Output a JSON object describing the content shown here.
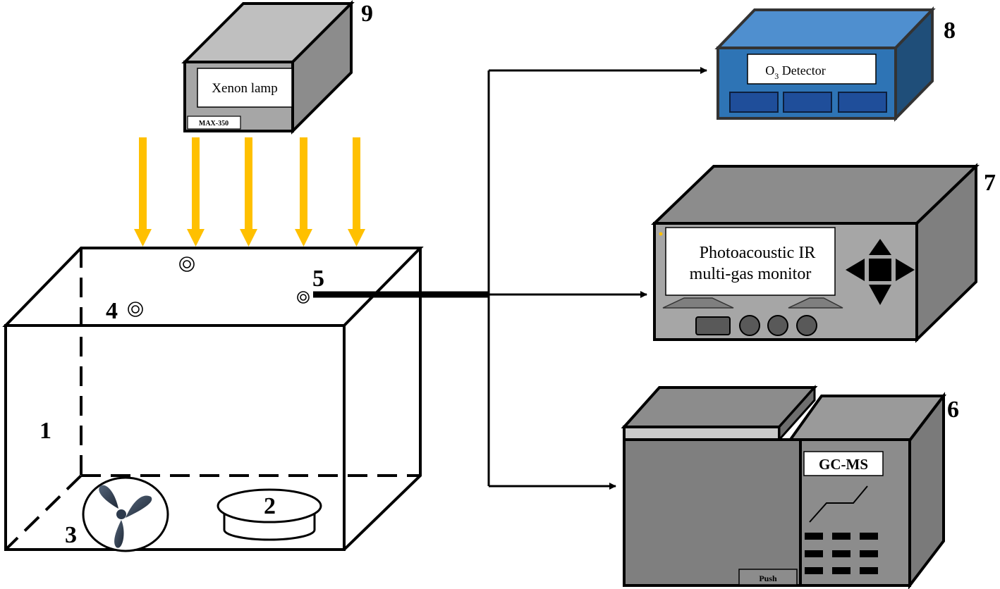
{
  "lamp": {
    "label": "Xenon lamp",
    "model": "MAX-350",
    "number": "9"
  },
  "chamber": {
    "number": "1",
    "ports": [
      "4",
      "5"
    ]
  },
  "dish": {
    "number": "2"
  },
  "fan": {
    "number": "3"
  },
  "ozone_detector": {
    "label_main": "O",
    "label_sub": "3",
    "label_rest": " Detector",
    "number": "8"
  },
  "photoacoustic": {
    "line1": "Photoacoustic IR",
    "line2": "multi-gas monitor",
    "number": "7"
  },
  "gcms": {
    "label": "GC-MS",
    "push_label": "Push",
    "number": "6"
  },
  "colors": {
    "light_arrow": "#ffc000",
    "detector_blue": "#2e74b5",
    "detector_blue_dark": "#1f4e79",
    "device_gray": "#7f7f7f",
    "device_gray_light": "#a6a6a6",
    "fan_blade": "#2d3a4d"
  }
}
